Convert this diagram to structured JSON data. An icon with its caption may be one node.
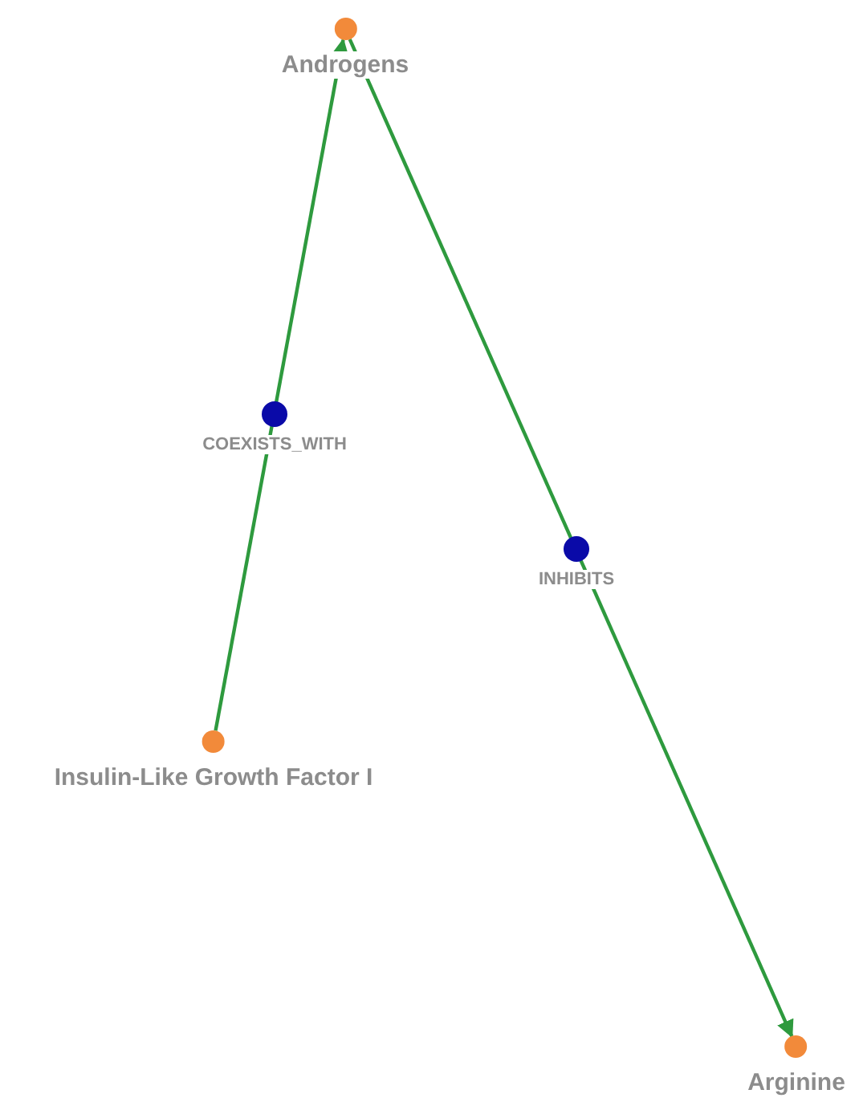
{
  "diagram": {
    "nodes": [
      {
        "text": [
          "Androgens"
        ]
      },
      {
        "text": [
          "Insulin-Like Growth Factor I"
        ]
      },
      {
        "text": [
          "Arginine"
        ]
      }
    ],
    "edges": [
      {
        "from": 1,
        "to": 0,
        "arrow": "to",
        "label": "COEXISTS_WITH"
      },
      {
        "from": 0,
        "to": 2,
        "arrow": "to",
        "label": "INHIBITS"
      }
    ]
  }
}
